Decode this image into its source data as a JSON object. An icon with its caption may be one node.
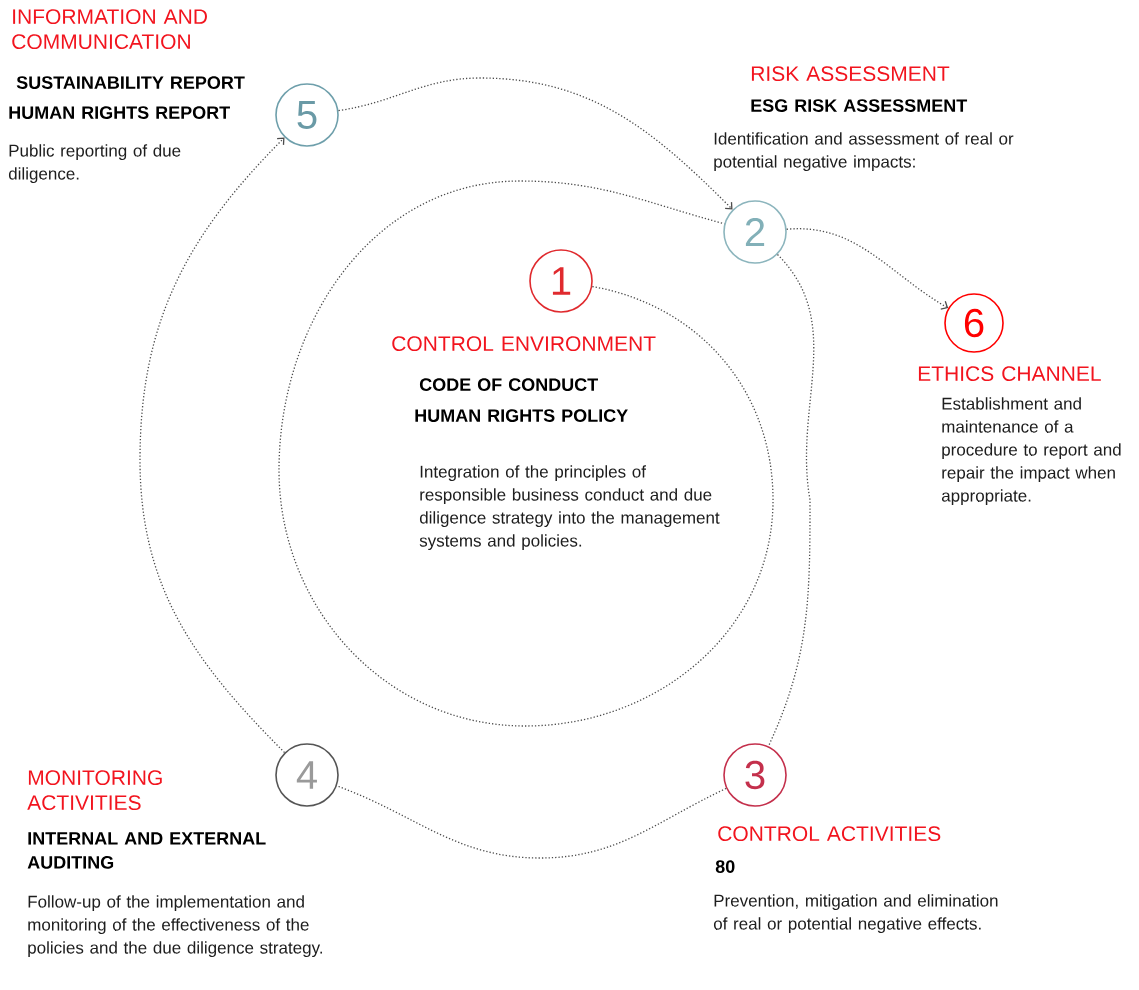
{
  "diagram": {
    "nodes": [
      {
        "text": [
          "1"
        ],
        "beside": [
          "CONTROL ENVIRONMENT",
          "CODE OF CONDUCT",
          "HUMAN RIGHTS POLICY",
          "Integration of the principles of responsible business conduct and due diligence strategy into the management systems and policies."
        ]
      },
      {
        "text": [
          "2"
        ],
        "beside": [
          "RISK ASSESSMENT",
          "ESG RISK ASSESSMENT",
          "Identification and assessment of real or potential negative impacts:"
        ]
      },
      {
        "text": [
          "3"
        ],
        "beside": [
          "CONTROL ACTIVITIES",
          "80",
          "Prevention, mitigation and elimination of real or potential negative effects."
        ]
      },
      {
        "text": [
          "4"
        ],
        "beside": [
          "MONITORING ACTIVITIES",
          "INTERNAL AND EXTERNAL AUDITING",
          "Follow-up of the implementation and monitoring of the effectiveness of the policies and the due diligence strategy."
        ]
      },
      {
        "text": [
          "5"
        ],
        "beside": [
          "INFORMATION AND COMMUNICATION",
          "SUSTAINABILITY REPORT",
          "HUMAN RIGHTS REPORT",
          "Public reporting of due diligence."
        ]
      },
      {
        "text": [
          "6"
        ],
        "beside": [
          "ETHICS CHANNEL",
          "Establishment and maintenance of a procedure to report and repair the impact when appropriate."
        ]
      }
    ],
    "edges": [
      {
        "from": 0,
        "to": 1,
        "arrow": "none"
      },
      {
        "from": 1,
        "to": 2,
        "arrow": "none"
      },
      {
        "from": 2,
        "to": 3,
        "arrow": "none"
      },
      {
        "from": 3,
        "to": 4,
        "arrow": "to"
      },
      {
        "from": 4,
        "to": 1,
        "arrow": "to"
      },
      {
        "from": 1,
        "to": 5,
        "arrow": "to"
      }
    ]
  }
}
